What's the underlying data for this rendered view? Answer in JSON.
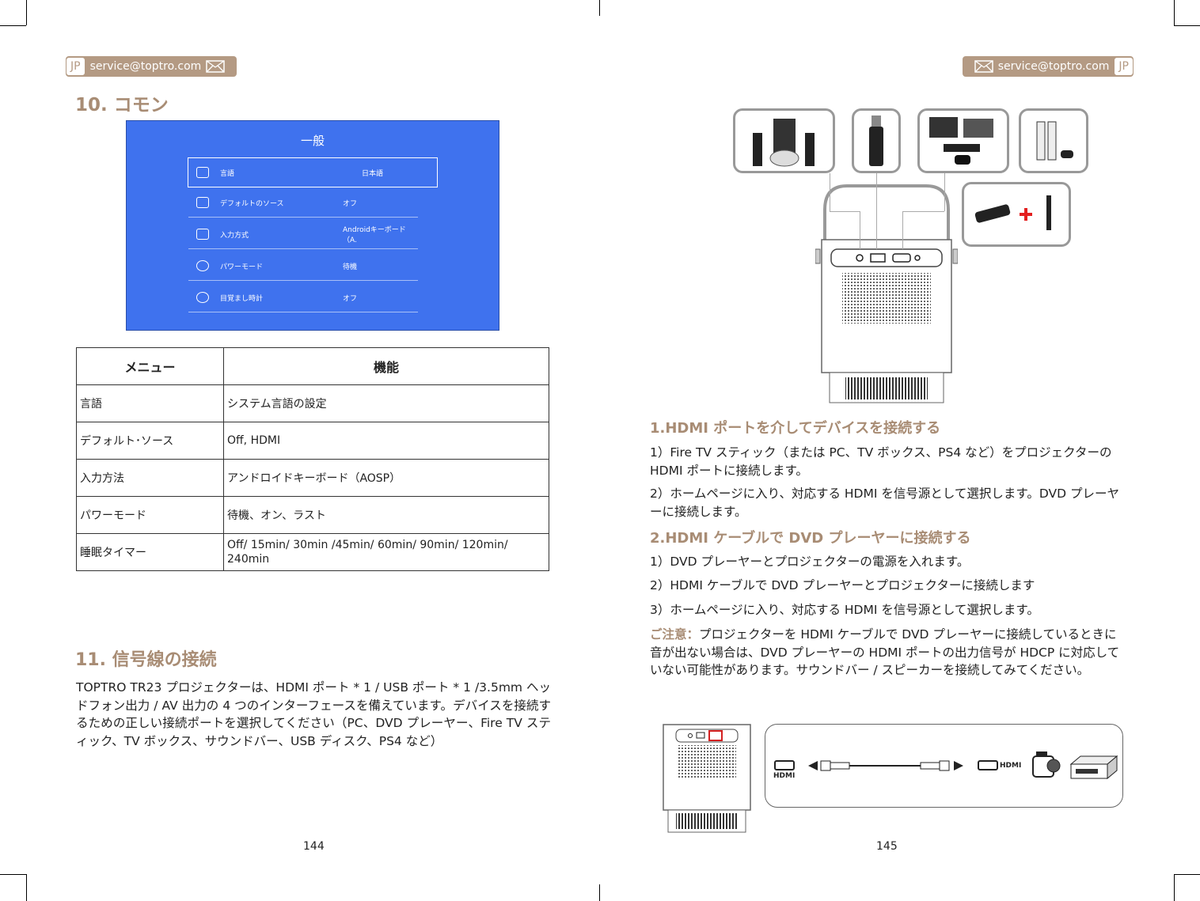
{
  "header": {
    "lang": "JP",
    "email": "service@toptro.com"
  },
  "left": {
    "section10_title": "10. コモン",
    "settings_screen": {
      "title": "一般",
      "rows": [
        {
          "label": "言語",
          "value": "日本語",
          "icon": "language-icon"
        },
        {
          "label": "デフォルトのソース",
          "value": "オフ",
          "icon": "source-icon"
        },
        {
          "label": "入力方式",
          "value": "Androidキーボード（A.",
          "icon": "keyboard-icon"
        },
        {
          "label": "パワーモード",
          "value": "待機",
          "icon": "power-icon"
        },
        {
          "label": "目覚まし時計",
          "value": "オフ",
          "icon": "alarm-icon"
        }
      ]
    },
    "table": {
      "headers": [
        "メニュー",
        "機能"
      ],
      "rows": [
        [
          "言語",
          "システム言語の設定"
        ],
        [
          "デフォルト･ソース",
          " Off, HDMI"
        ],
        [
          "入力方法",
          "アンドロイドキーボード（AOSP）"
        ],
        [
          "パワーモード",
          "待機、オン、ラスト"
        ],
        [
          "睡眠タイマー",
          "Off/ 15min/ 30min /45min/ 60min/ 90min/ 120min/ 240min"
        ]
      ]
    },
    "section11_title": "11. 信号線の接続",
    "section11_body": "TOPTRO TR23 プロジェクターは、HDMI ポート * 1 / USB ポート * 1 /3.5mm ヘッドフォン出力 / AV 出力の 4 つのインターフェースを備えています。デバイスを接続するための正しい接続ポートを選択してください（PC、DVD プレーヤー、Fire TV スティック、TV ボックス、サウンドバー、USB ディスク、PS4 など）",
    "page_number": "144"
  },
  "right": {
    "h1": "1.HDMI ポートを介してデバイスを接続する",
    "p1": "1）Fire TV スティック（または PC、TV ボックス、PS4 など）をプロジェクターの HDMI ポートに接続します。",
    "p2": "2）ホームページに入り、対応する HDMI を信号源として選択します。DVD プレーヤーに接続します。",
    "h2": "2.HDMI ケーブルで DVD プレーヤーに接続する",
    "s1": "1）DVD プレーヤーとプロジェクターの電源を入れます。",
    "s2": "2）HDMI ケーブルで DVD プレーヤーとプロジェクターに接続します",
    "s3": "3）ホームページに入り、対応する HDMI を信号源として選択します。",
    "note_label": "ご注意：",
    "note_body": "プロジェクターを HDMI ケーブルで DVD プレーヤーに接続しているときに音が出ない場合は、DVD プレーヤーの HDMI ポートの出力信号が HDCP に対応していない可能性があります。サウンドバー / スピーカーを接続してみてください。",
    "hdmi_label_left": "HDMI",
    "hdmi_label_right": "HDMI",
    "page_number": "145"
  },
  "colors": {
    "accent": "#a88c74",
    "screen_blue": "#3f72ee",
    "plus_red": "#e32020"
  }
}
